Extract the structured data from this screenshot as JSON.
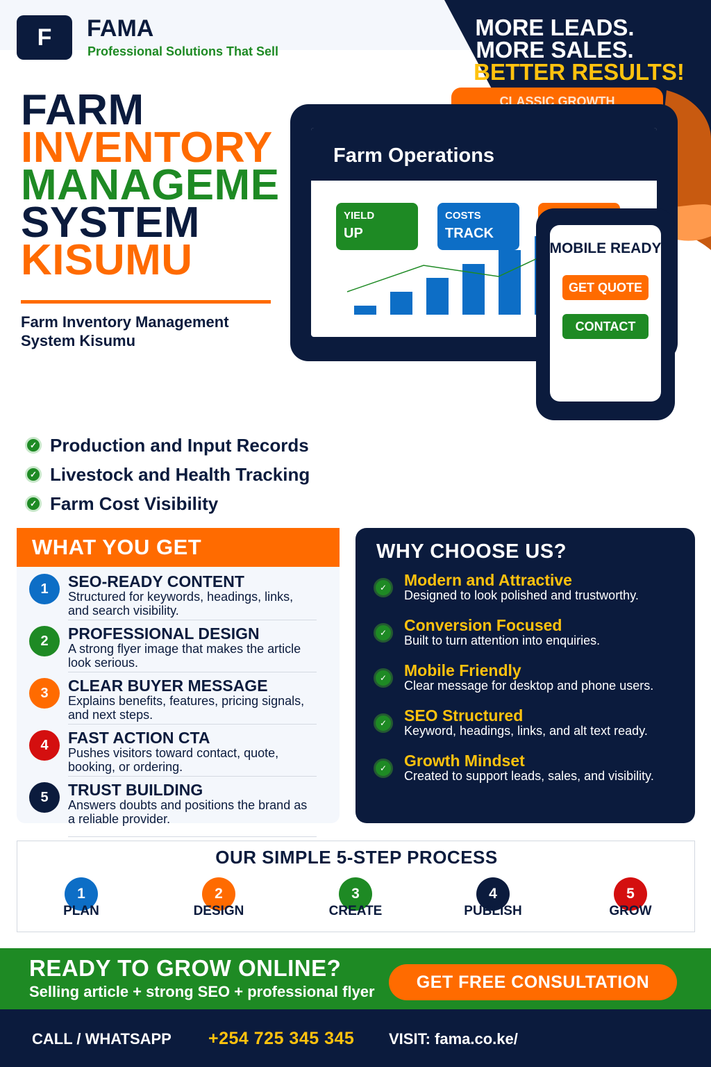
{
  "brand": {
    "logo_letter": "F",
    "name": "FAMA",
    "tagline": "Professional Solutions That Sell"
  },
  "headline": {
    "line1": "MORE LEADS.",
    "line2": "MORE SALES.",
    "line3": "BETTER RESULTS!"
  },
  "title": {
    "line1": "FARM",
    "line2": "INVENTORY",
    "line3": "MANAGEME",
    "line4": "SYSTEM",
    "line5": "KISUMU",
    "subtitle": "Farm Inventory Management System Kisumu"
  },
  "device": {
    "pill_label": "CLASSIC GROWTH",
    "tablet_title": "Farm Operations",
    "stats": [
      {
        "label": "YIELD",
        "value": "UP",
        "color": "#1e8a24"
      },
      {
        "label": "COSTS",
        "value": "TRACK",
        "color": "#0d6ec6"
      },
      {
        "label": "",
        "value": "",
        "color": "#ff6b00"
      }
    ],
    "phone_title": "MOBILE READY",
    "phone_quote": "GET QUOTE",
    "phone_contact": "CONTACT"
  },
  "features": [
    "Production and Input Records",
    "Livestock and Health Tracking",
    "Farm Cost Visibility"
  ],
  "what_you_get": {
    "title": "WHAT YOU GET",
    "items": [
      {
        "num": "1",
        "title": "SEO-READY CONTENT",
        "desc": "Structured for keywords, headings, links, and search visibility.",
        "color": "#0d6ec6"
      },
      {
        "num": "2",
        "title": "PROFESSIONAL DESIGN",
        "desc": "A strong flyer image that makes the article look serious.",
        "color": "#1e8a24"
      },
      {
        "num": "3",
        "title": "CLEAR BUYER MESSAGE",
        "desc": "Explains benefits, features, pricing signals, and next steps.",
        "color": "#ff6b00"
      },
      {
        "num": "4",
        "title": "FAST ACTION CTA",
        "desc": "Pushes visitors toward contact, quote, booking, or ordering.",
        "color": "#d40f0f"
      },
      {
        "num": "5",
        "title": "TRUST BUILDING",
        "desc": "Answers doubts and positions the brand as a reliable provider.",
        "color": "#0b1b3d"
      }
    ]
  },
  "why_choose": {
    "title": "WHY CHOOSE US?",
    "items": [
      {
        "title": "Modern and Attractive",
        "desc": "Designed to look polished and trustworthy."
      },
      {
        "title": "Conversion Focused",
        "desc": "Built to turn attention into enquiries."
      },
      {
        "title": "Mobile Friendly",
        "desc": "Clear message for desktop and phone users."
      },
      {
        "title": "SEO Structured",
        "desc": "Keyword, headings, links, and alt text ready."
      },
      {
        "title": "Growth Mindset",
        "desc": "Created to support leads, sales, and visibility."
      }
    ]
  },
  "process": {
    "title": "OUR SIMPLE 5-STEP PROCESS",
    "steps": [
      {
        "num": "1",
        "label": "PLAN",
        "color": "#0d6ec6"
      },
      {
        "num": "2",
        "label": "DESIGN",
        "color": "#ff6b00"
      },
      {
        "num": "3",
        "label": "CREATE",
        "color": "#1e8a24"
      },
      {
        "num": "4",
        "label": "PUBLISH",
        "color": "#0b1b3d"
      },
      {
        "num": "5",
        "label": "GROW",
        "color": "#d40f0f"
      }
    ]
  },
  "cta": {
    "title": "READY TO GROW ONLINE?",
    "subtitle": "Selling article + strong SEO + professional flyer",
    "button": "GET FREE CONSULTATION"
  },
  "footer": {
    "call_label": "CALL / WHATSAPP",
    "phone": "+254 725 345 345",
    "visit": "VISIT: fama.co.ke/"
  },
  "colors": {
    "navy": "#0b1b3d",
    "orange": "#ff6b00",
    "green": "#1e8a24",
    "yellow": "#ffc20e",
    "blue": "#0d6ec6",
    "red": "#d40f0f"
  }
}
